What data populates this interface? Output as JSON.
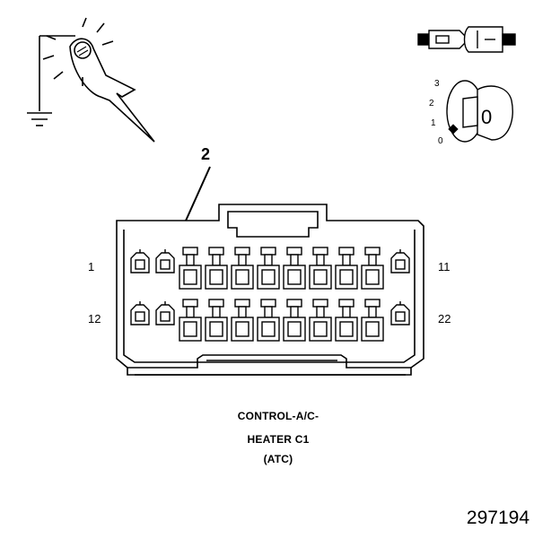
{
  "callout": "2",
  "pins": {
    "top_left": "1",
    "top_right": "11",
    "bottom_left": "12",
    "bottom_right": "22"
  },
  "key_positions": [
    "3",
    "2",
    "1",
    "0"
  ],
  "key_symbol": "0",
  "caption": {
    "line1": "CONTROL-A/C-",
    "line2": "HEATER C1",
    "line3": "(ATC)"
  },
  "figure_number": "297194",
  "icons": [
    "test-probe-icon",
    "ground-icon",
    "connector-disconnected-icon",
    "ignition-key-off-icon"
  ]
}
